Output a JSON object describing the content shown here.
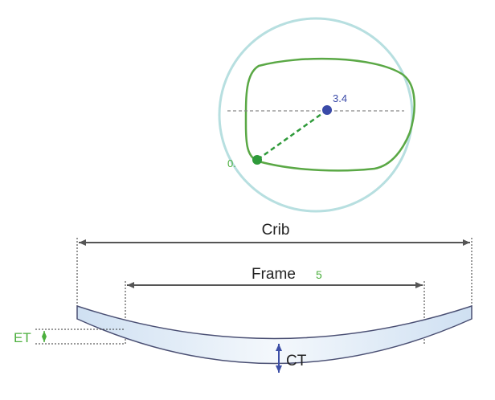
{
  "labels": {
    "center_value": "3.4",
    "edge_value": "0.",
    "crib": "Crib",
    "frame": "Frame",
    "frame_value": "5",
    "edge_thickness": "ET",
    "center_thickness": "CT"
  },
  "colors": {
    "circle_outline": "#b7dfe0",
    "frame_outline": "#5aa845",
    "green_accent": "#4caf3e",
    "blue_accent": "#3a4aa8",
    "dimension_line": "#555555",
    "lens_fill": "#d9e8f5",
    "lens_outline": "#4a4f73",
    "ct_arrow": "#3d4fa6"
  }
}
